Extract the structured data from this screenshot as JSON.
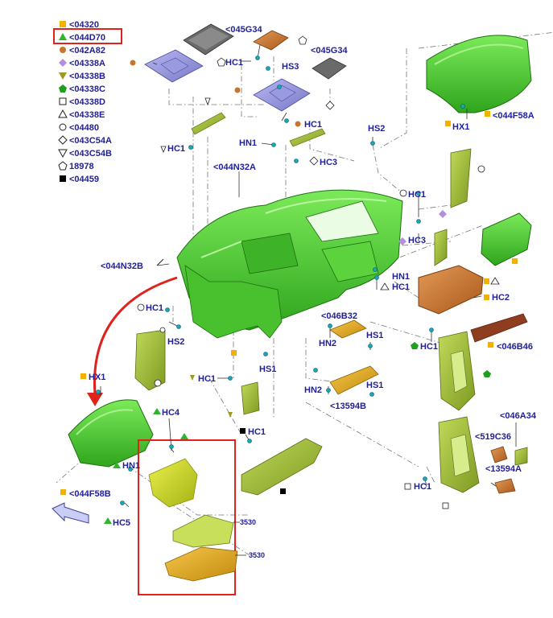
{
  "legend": [
    {
      "symbol": "square",
      "color": "#f2b100",
      "code": "<04320"
    },
    {
      "symbol": "triangle",
      "color": "#2db52d",
      "code": "<044D70",
      "highlight": true
    },
    {
      "symbol": "circle",
      "color": "#c8752a",
      "code": "<042A82"
    },
    {
      "symbol": "diamond",
      "color": "#b48fe0",
      "code": "<04338A"
    },
    {
      "symbol": "triangle-down",
      "color": "#9a9a1e",
      "code": "<04338B"
    },
    {
      "symbol": "pentagon",
      "color": "#1ea01e",
      "code": "<04338C"
    },
    {
      "symbol": "square-open",
      "color": "#ffffff",
      "code": "<04338D"
    },
    {
      "symbol": "triangle-open",
      "color": "#ffffff",
      "code": "<04338E"
    },
    {
      "symbol": "circle-open",
      "color": "#ffffff",
      "code": "<04480"
    },
    {
      "symbol": "diamond-open",
      "color": "#ffffff",
      "code": "<043C54A"
    },
    {
      "symbol": "triangle-down-open",
      "color": "#ffffff",
      "code": "<043C54B"
    },
    {
      "symbol": "pentagon-open",
      "color": "#ffffff",
      "code": "18978"
    },
    {
      "symbol": "square-black",
      "color": "#000000",
      "code": "<04459"
    }
  ],
  "callouts": {
    "l_045G34_a": "<045G34",
    "l_045G34_b": "<045G34",
    "l_HC1_top": "HC1",
    "l_HS3": "HS3",
    "l_HC1_mid": "HC1",
    "l_HC1_left": "HC1",
    "l_HN1_top": "HN1",
    "l_HC3_top": "HC3",
    "l_HS2_top": "HS2",
    "l_044N32A": "<044N32A",
    "l_HX1_top": "HX1",
    "l_044F58A": "<044F58A",
    "l_HC1_right": "HC1",
    "l_HC3_right": "HC3",
    "l_044N32B": "<044N32B",
    "l_HN1_r": "HN1",
    "l_HC1_r2": "HC1",
    "l_HC2": "HC2",
    "l_HC1_lmid": "HC1",
    "l_046B32": "<046B32",
    "l_HS2_lmid": "HS2",
    "l_HN2_a": "HN2",
    "l_HS1_a": "HS1",
    "l_HS1_b": "HS1",
    "l_HC1_r3": "HC1",
    "l_046B46": "<046B46",
    "l_HX1_low": "HX1",
    "l_HC1_low": "HC1",
    "l_HN2_b": "HN2",
    "l_HS1_c": "HS1",
    "l_13594B": "<13594B",
    "l_HC4": "HC4",
    "l_HC1_black": "HC1",
    "l_046A34": "<046A34",
    "l_519C36": "<519C36",
    "l_13594A": "<13594A",
    "l_HN1_low": "HN1",
    "l_044F58B": "<044F58B",
    "l_HC5": "HC5",
    "l_HC1_bottom": "HC1",
    "l_3530_a": "3530",
    "l_3530_b": "3530"
  }
}
